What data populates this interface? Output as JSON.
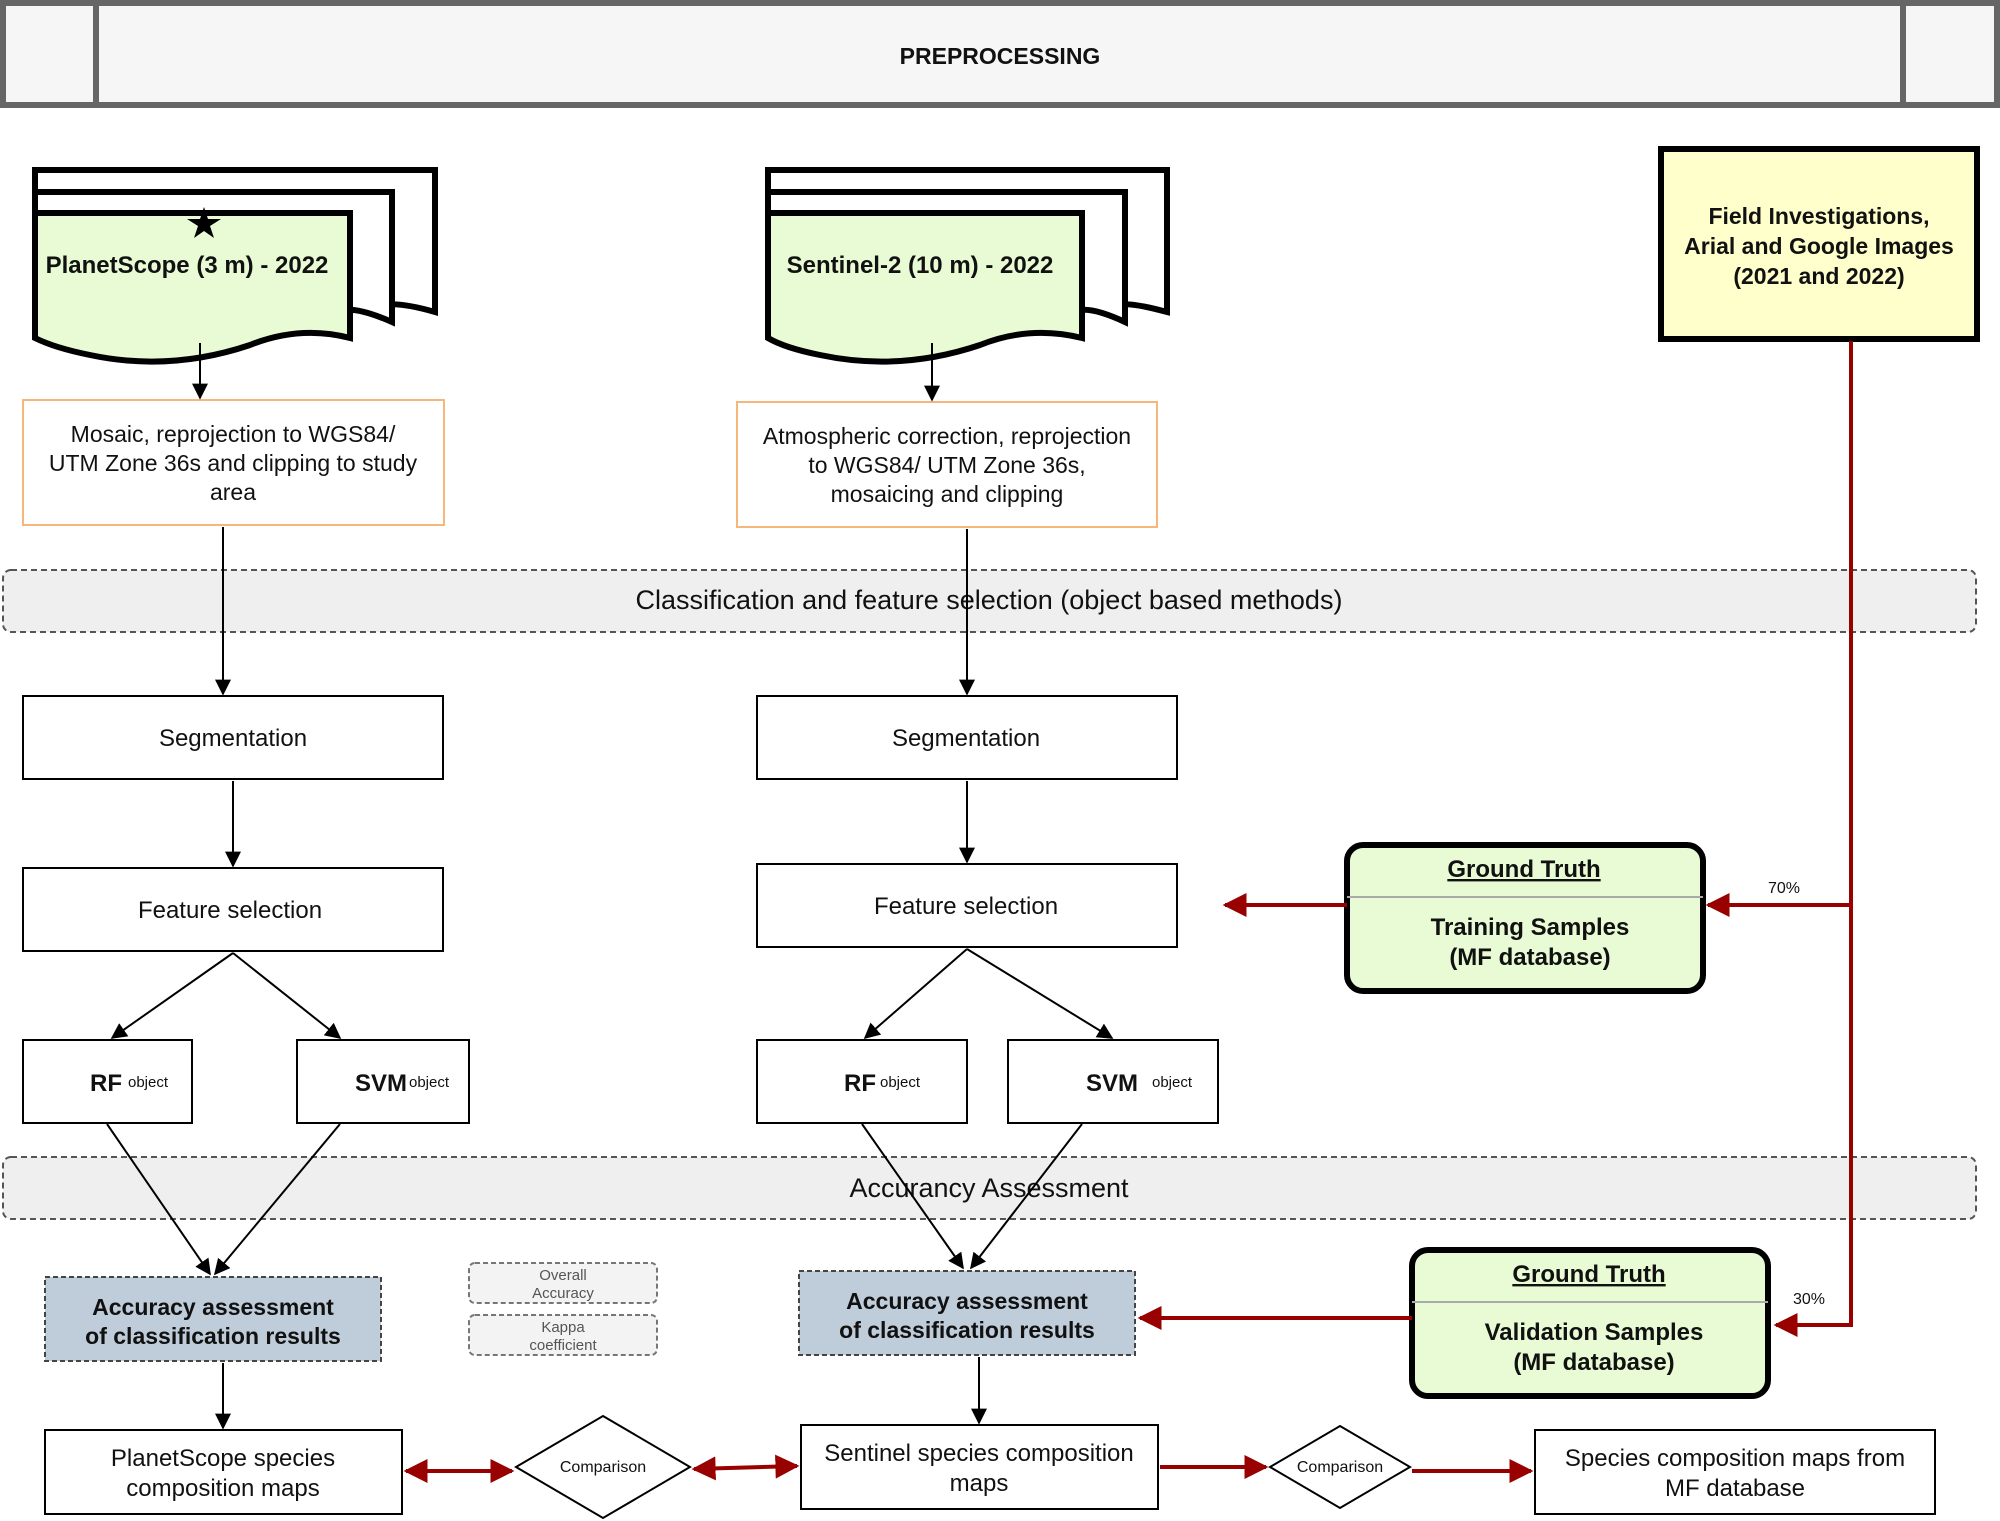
{
  "header": {
    "title": "PREPROCESSING"
  },
  "sources": {
    "planetscope": "PlanetScope (3 m) - 2022",
    "sentinel": "Sentinel-2 (10 m) - 2022",
    "field": [
      "Field Investigations,",
      "Arial  and Google Images",
      "(2021 and 2022)"
    ]
  },
  "preprocess": {
    "planetscope": [
      "Mosaic, reprojection to WGS84/",
      "UTM Zone 36s and clipping to study",
      "area"
    ],
    "sentinel": [
      "Atmospheric correction, reprojection",
      "to WGS84/ UTM Zone 36s,",
      "mosaicing and clipping"
    ]
  },
  "bands": {
    "classification": "Classification and feature selection (object based methods)",
    "accuracy": "Accurancy Assessment"
  },
  "steps": {
    "segmentation": "Segmentation",
    "feature_selection": "Feature selection",
    "rf": "RF",
    "svm": "SVM",
    "object": "object"
  },
  "ground_truth": {
    "title": "Ground Truth",
    "training": [
      "Training Samples",
      "(MF database)"
    ],
    "validation": [
      "Validation Samples",
      "(MF database)"
    ],
    "pct_training": "70%",
    "pct_validation": "30%"
  },
  "assessment": {
    "label": [
      "Accuracy assessment",
      "of classification results"
    ],
    "overall": [
      "Overall",
      "Accuracy"
    ],
    "kappa": [
      "Kappa",
      "coefficient"
    ]
  },
  "outputs": {
    "planetscope": [
      "PlanetScope species",
      "composition maps"
    ],
    "sentinel": [
      "Sentinel species composition",
      "maps"
    ],
    "mf": [
      "Species composition maps from",
      "MF database"
    ],
    "comparison": "Comparison"
  },
  "colors": {
    "doc_fill": "#e8fbd4",
    "field_fill": "#ffffcc",
    "gt_fill": "#e8fbd4",
    "assess_fill": "#bfccd9",
    "preprocess_border": "#f5b87a",
    "band_fill": "#efefef",
    "red_arrow": "#990000"
  }
}
